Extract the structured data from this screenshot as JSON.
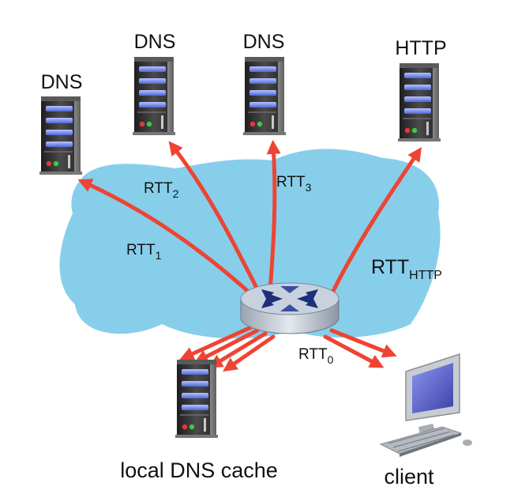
{
  "labels": {
    "dns_1": "DNS",
    "dns_2": "DNS",
    "dns_3": "DNS",
    "http": "HTTP",
    "local_cache": "local DNS cache",
    "client": "client"
  },
  "rtt": {
    "r1_base": "RTT",
    "r1_sub": "1",
    "r2_base": "RTT",
    "r2_sub": "2",
    "r3_base": "RTT",
    "r3_sub": "3",
    "r0_base": "RTT",
    "r0_sub": "0",
    "rhttp_base": "RTT",
    "rhttp_sub": "HTTP"
  },
  "colors": {
    "cloud": "#87CEEB",
    "arrow": "#EE4433",
    "server_body": "#3A3A3A",
    "server_blue": "#6F86E8",
    "router_top": "#C8D2DE",
    "router_x": "#1D2F7A",
    "screen": "#5A62C8"
  }
}
